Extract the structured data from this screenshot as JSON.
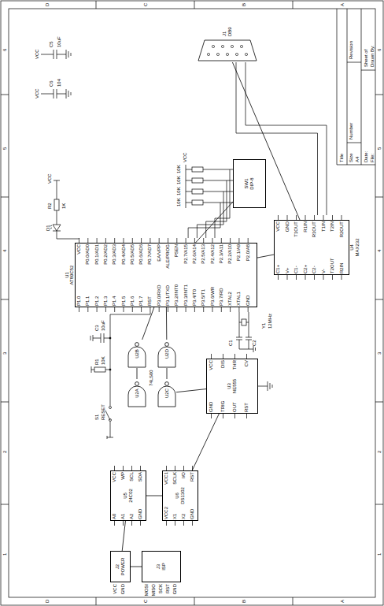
{
  "diagram": {
    "nodes": [
      {
        "text": [
          "U1",
          "AT89C52"
        ]
      },
      {
        "text": [
          "U4",
          "MAX232"
        ]
      },
      {
        "text": [
          "J1",
          "DB9"
        ]
      },
      {
        "text": [
          "SW1",
          "DIP-8"
        ]
      },
      {
        "text": [
          "U3",
          "NE555"
        ]
      },
      {
        "text": [
          "U2A"
        ]
      },
      {
        "text": [
          "U2B"
        ]
      },
      {
        "text": [
          "U2C"
        ]
      },
      {
        "text": [
          "U2D"
        ]
      },
      {
        "text": [
          "U5",
          "24C02"
        ]
      },
      {
        "text": [
          "U6",
          "DS1302"
        ]
      },
      {
        "text": [
          "J2",
          "POWER"
        ]
      },
      {
        "text": [
          "J3",
          "ISP"
        ]
      }
    ],
    "edges": [
      {
        "from": 0,
        "to": 1,
        "arrow": "none"
      },
      {
        "from": 1,
        "to": 2,
        "arrow": "none"
      },
      {
        "from": 0,
        "to": 3,
        "arrow": "none"
      },
      {
        "from": 5,
        "to": 6,
        "arrow": "none"
      },
      {
        "from": 7,
        "to": 8,
        "arrow": "none"
      },
      {
        "from": 4,
        "to": 7,
        "arrow": "none"
      },
      {
        "from": 6,
        "to": 0,
        "arrow": "none"
      },
      {
        "from": 8,
        "to": 0,
        "arrow": "none"
      },
      {
        "from": 9,
        "to": 10,
        "arrow": "none"
      },
      {
        "from": 10,
        "to": 4,
        "arrow": "none"
      },
      {
        "from": 11,
        "to": 9,
        "arrow": "none"
      },
      {
        "from": 11,
        "to": 12,
        "arrow": "none"
      }
    ],
    "labels": [
      "D",
      "C",
      "B",
      "A",
      "D",
      "C",
      "B",
      "A",
      "1",
      "2",
      "3",
      "4",
      "5",
      "6",
      "1",
      "2",
      "3",
      "4",
      "5",
      "6",
      "P1.0",
      "P1.1",
      "P1.2",
      "P1.3",
      "P1.4",
      "P1.5",
      "P1.6",
      "P1.7",
      "RST",
      "P3.0/RXD",
      "P3.1/TXD",
      "P3.2/INT0",
      "P3.3/INT1",
      "P3.4/T0",
      "P3.5/T1",
      "P3.6/WR",
      "P3.7/RD",
      "XTAL2",
      "XTAL1",
      "GND",
      "VCC",
      "P0.0/AD0",
      "P0.1/AD1",
      "P0.2/AD2",
      "P0.3/AD3",
      "P0.4/AD4",
      "P0.5/AD5",
      "P0.6/AD6",
      "P0.7/AD7",
      "EA/VPP",
      "ALE/PROG",
      "PSEN",
      "P2.7/A15",
      "P2.6/A14",
      "P2.5/A13",
      "P2.4/A12",
      "P2.3/A11",
      "P2.2/A10",
      "P2.1/A9",
      "P2.0/A8",
      "C1+",
      "V+",
      "C1-",
      "C2+",
      "C2-",
      "V-",
      "T2OUT",
      "R2IN",
      "VCC",
      "GND",
      "T1OUT",
      "R1IN",
      "R1OUT",
      "T1IN",
      "T2IN",
      "R2OUT",
      "GND",
      "TRIG",
      "OUT",
      "RST",
      "VCC",
      "DIS",
      "THR",
      "CV",
      "A0",
      "A1",
      "A2",
      "GND",
      "VCC",
      "WP",
      "SCL",
      "SDA",
      "VCC2",
      "X1",
      "X2",
      "GND",
      "VCC1",
      "SCLK",
      "I/O",
      "RST",
      "VCC",
      "C5",
      "10uF",
      "VCC",
      "C6",
      "104",
      "S1",
      "RESET",
      "R1",
      "10K",
      "C3",
      "10uF",
      "C1",
      "C2",
      "Y1",
      "12MHz",
      "D1",
      "R2",
      "1K",
      "VCC",
      "10K",
      "10K",
      "10K",
      "10K",
      "VCC",
      "VCC",
      "GND",
      "MOSI",
      "MISO",
      "SCK",
      "RST",
      "GND",
      "Title",
      "Size",
      "A4",
      "Number",
      "Revision",
      "Date:",
      "File:",
      "Sheet of",
      "Drawn By:",
      "74LS00"
    ]
  }
}
